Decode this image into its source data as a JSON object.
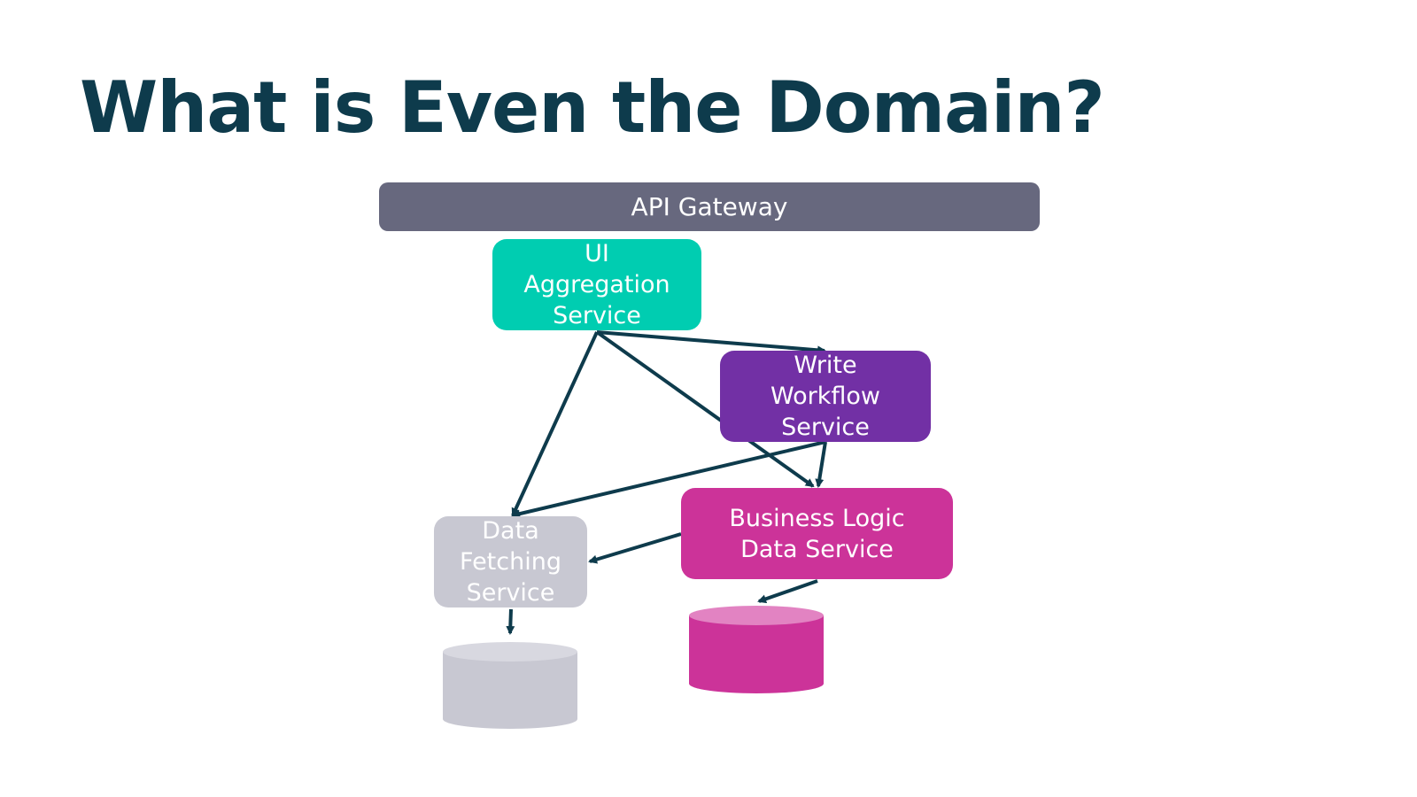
{
  "title": "What is Even the Domain?",
  "colors": {
    "title": "#0e3b4c",
    "gateway": "#67687e",
    "ui_aggregation": "#00cdb1",
    "write_workflow": "#7230a5",
    "business_logic": "#cc3399",
    "data_fetching": "#c8c8d2",
    "arrow": "#0e3b4c",
    "db_gray_body": "#c8c8d2",
    "db_gray_top": "#d8d8e0",
    "db_pink_body": "#cc3399",
    "db_pink_top": "#e283c2"
  },
  "nodes": {
    "gateway": "API Gateway",
    "ui_aggregation": "UI\nAggregation\nService",
    "write_workflow": "Write\nWorkflow\nService",
    "business_logic": "Business Logic\nData Service",
    "data_fetching": "Data\nFetching\nService"
  },
  "edges": [
    {
      "from": "UI Aggregation Service",
      "to": "Write Workflow Service"
    },
    {
      "from": "UI Aggregation Service",
      "to": "Business Logic Data Service"
    },
    {
      "from": "UI Aggregation Service",
      "to": "Data Fetching Service"
    },
    {
      "from": "Write Workflow Service",
      "to": "Business Logic Data Service"
    },
    {
      "from": "Write Workflow Service",
      "to": "Data Fetching Service"
    },
    {
      "from": "Business Logic Data Service",
      "to": "Data Fetching Service"
    },
    {
      "from": "Data Fetching Service",
      "to": "database"
    },
    {
      "from": "Business Logic Data Service",
      "to": "database"
    }
  ]
}
